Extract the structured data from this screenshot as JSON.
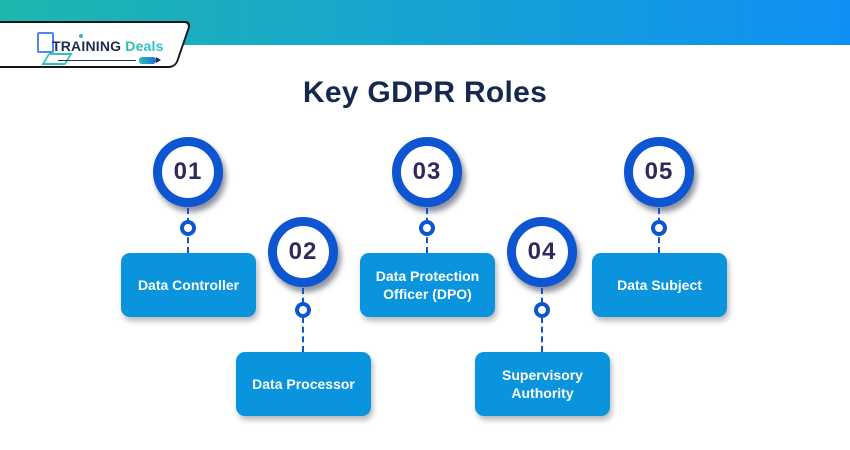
{
  "title": "Key GDPR Roles",
  "logo": {
    "text_primary": "TRAINING",
    "text_secondary": "Deals"
  },
  "roles": [
    {
      "number": "01",
      "label": "Data Controller",
      "position": "top"
    },
    {
      "number": "02",
      "label": "Data Processor",
      "position": "bottom"
    },
    {
      "number": "03",
      "label": "Data Protection Officer (DPO)",
      "position": "top"
    },
    {
      "number": "04",
      "label": "Supervisory Authority",
      "position": "bottom"
    },
    {
      "number": "05",
      "label": "Data Subject",
      "position": "top"
    }
  ],
  "colors": {
    "banner_left": "#1db7ae",
    "banner_right": "#0f90f5",
    "circle_ring": "#0d55d1",
    "connector": "#0d55d1",
    "number_text": "#2f2a5e",
    "box_fill": "#0a94de",
    "box_text": "#ffffff",
    "title_text": "#15294e",
    "logo_primary": "#1d2d52",
    "logo_accent": "#23c1b4"
  }
}
